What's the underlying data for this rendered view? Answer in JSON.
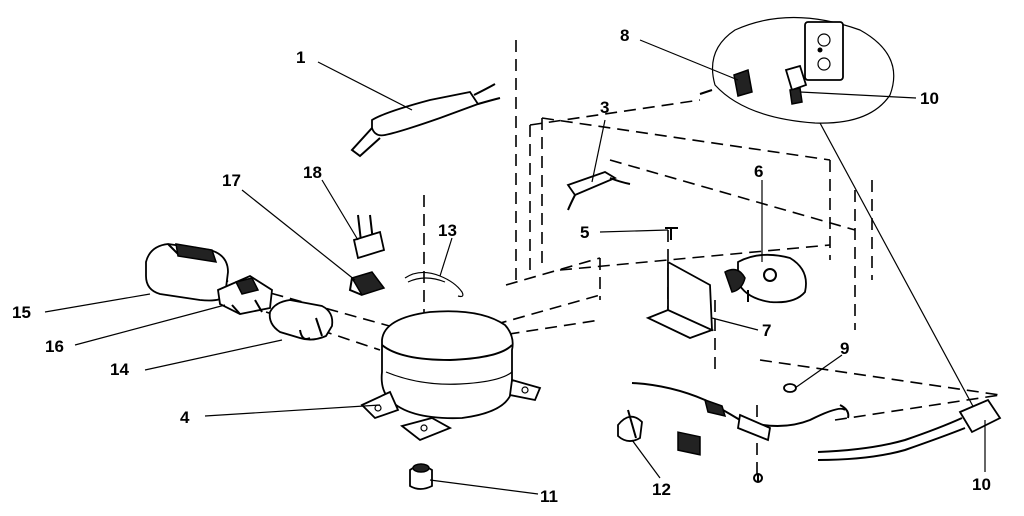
{
  "parts": [
    {
      "id": "p1",
      "number": "1"
    },
    {
      "id": "p3",
      "number": "3"
    },
    {
      "id": "p4",
      "number": "4"
    },
    {
      "id": "p5",
      "number": "5"
    },
    {
      "id": "p6",
      "number": "6"
    },
    {
      "id": "p7",
      "number": "7"
    },
    {
      "id": "p8",
      "number": "8"
    },
    {
      "id": "p9",
      "number": "9"
    },
    {
      "id": "p10a",
      "number": "10"
    },
    {
      "id": "p10b",
      "number": "10"
    },
    {
      "id": "p11",
      "number": "11"
    },
    {
      "id": "p12",
      "number": "12"
    },
    {
      "id": "p13",
      "number": "13"
    },
    {
      "id": "p14",
      "number": "14"
    },
    {
      "id": "p15",
      "number": "15"
    },
    {
      "id": "p16",
      "number": "16"
    },
    {
      "id": "p17",
      "number": "17"
    },
    {
      "id": "p18",
      "number": "18"
    }
  ]
}
